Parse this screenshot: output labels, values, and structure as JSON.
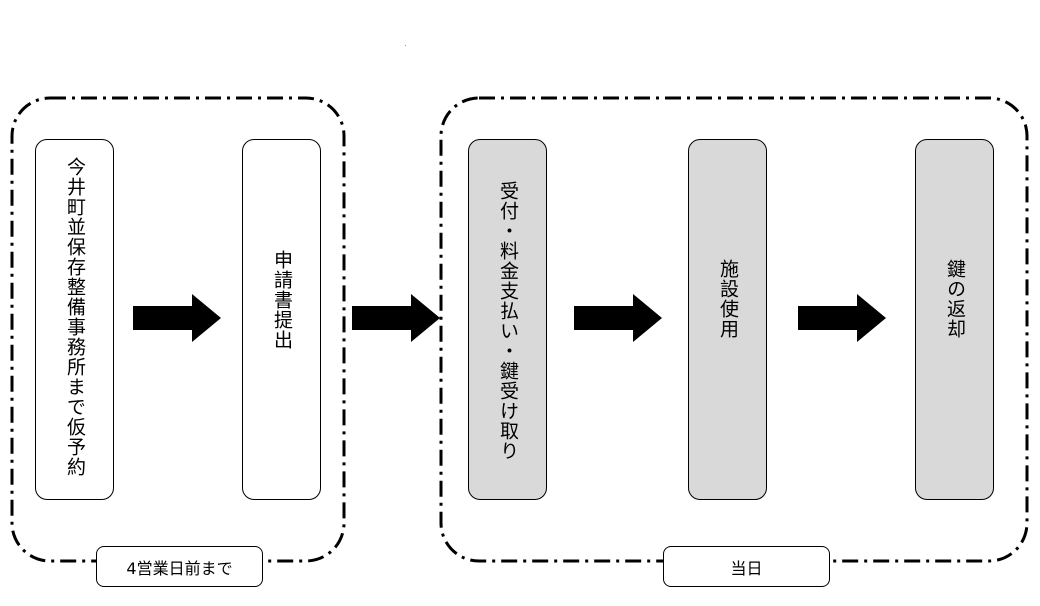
{
  "groups": {
    "before": {
      "label": "4営業日前まで",
      "steps": [
        {
          "text": "今井町並保存整備事務所まで仮予約",
          "fill": "white"
        },
        {
          "text": "申請書提出",
          "fill": "white"
        }
      ]
    },
    "day": {
      "label": "当日",
      "steps": [
        {
          "text": "受付・料金支払い・鍵受け取り",
          "fill": "grey"
        },
        {
          "text": "施設使用",
          "fill": "grey"
        },
        {
          "text": "鍵の返却",
          "fill": "grey"
        }
      ]
    }
  },
  "colors": {
    "grey_fill": "#d9d9d9",
    "line": "#000000"
  }
}
